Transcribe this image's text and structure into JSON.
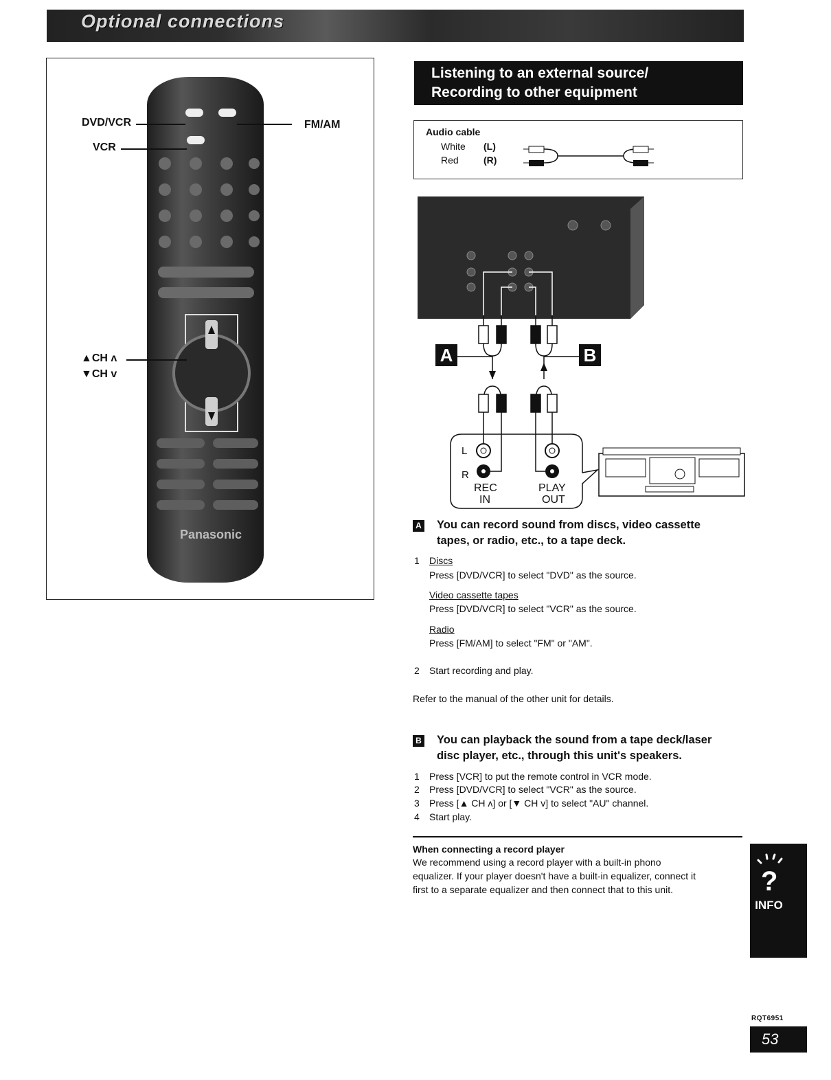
{
  "header": {
    "title": "Optional connections"
  },
  "remote": {
    "labels": {
      "dvdvcr": "DVD/VCR",
      "vcr": "VCR",
      "fmam": "FM/AM",
      "ch_up": "▲CH ʌ",
      "ch_down": "▼CH v",
      "brand": "Panasonic"
    }
  },
  "section": {
    "title_line1": "Listening to an external source/",
    "title_line2": "Recording to other equipment"
  },
  "cable": {
    "title": "Audio cable",
    "rows": [
      {
        "color": "White",
        "channel": "(L)"
      },
      {
        "color": "Red",
        "channel": "(R)"
      }
    ]
  },
  "diagram": {
    "marker_a": "A",
    "marker_b": "B",
    "jack_l": "L",
    "jack_r": "R",
    "rec": "REC",
    "in": "IN",
    "play": "PLAY",
    "out": "OUT"
  },
  "section_a": {
    "marker": "A",
    "heading_line1": "You can record sound from discs, video cassette",
    "heading_line2": "tapes, or radio, etc., to a tape deck.",
    "step1_num": "1",
    "discs_label": "Discs",
    "discs_text": "Press [DVD/VCR] to select \"DVD\" as the source.",
    "vct_label": "Video cassette tapes",
    "vct_text": "Press [DVD/VCR] to select \"VCR\" as the source.",
    "radio_label": "Radio",
    "radio_text": "Press [FM/AM] to select \"FM\" or \"AM\".",
    "step2_num": "2",
    "step2_text": "Start recording and play.",
    "note": "Refer to the manual of the other unit for details."
  },
  "section_b": {
    "marker": "B",
    "heading_line1": "You can playback the sound from a tape deck/laser",
    "heading_line2": "disc player, etc., through this unit's speakers.",
    "steps": [
      {
        "num": "1",
        "text": "Press [VCR] to put the remote control in VCR mode."
      },
      {
        "num": "2",
        "text": "Press [DVD/VCR] to select \"VCR\" as the source."
      },
      {
        "num": "3",
        "text": "Press [▲ CH ʌ] or [▼ CH v] to select \"AU\" channel."
      },
      {
        "num": "4",
        "text": "Start play."
      }
    ]
  },
  "record_player": {
    "title": "When connecting a record player",
    "line1": "We recommend using a record player with a built-in phono",
    "line2": "equalizer. If your player doesn't have a built-in equalizer, connect it",
    "line3": "first to a separate equalizer and then connect that to this unit."
  },
  "side_tab": {
    "label": "INFO",
    "icon": "question-mark-icon"
  },
  "footer": {
    "model": "RQT6951",
    "page": "53"
  }
}
